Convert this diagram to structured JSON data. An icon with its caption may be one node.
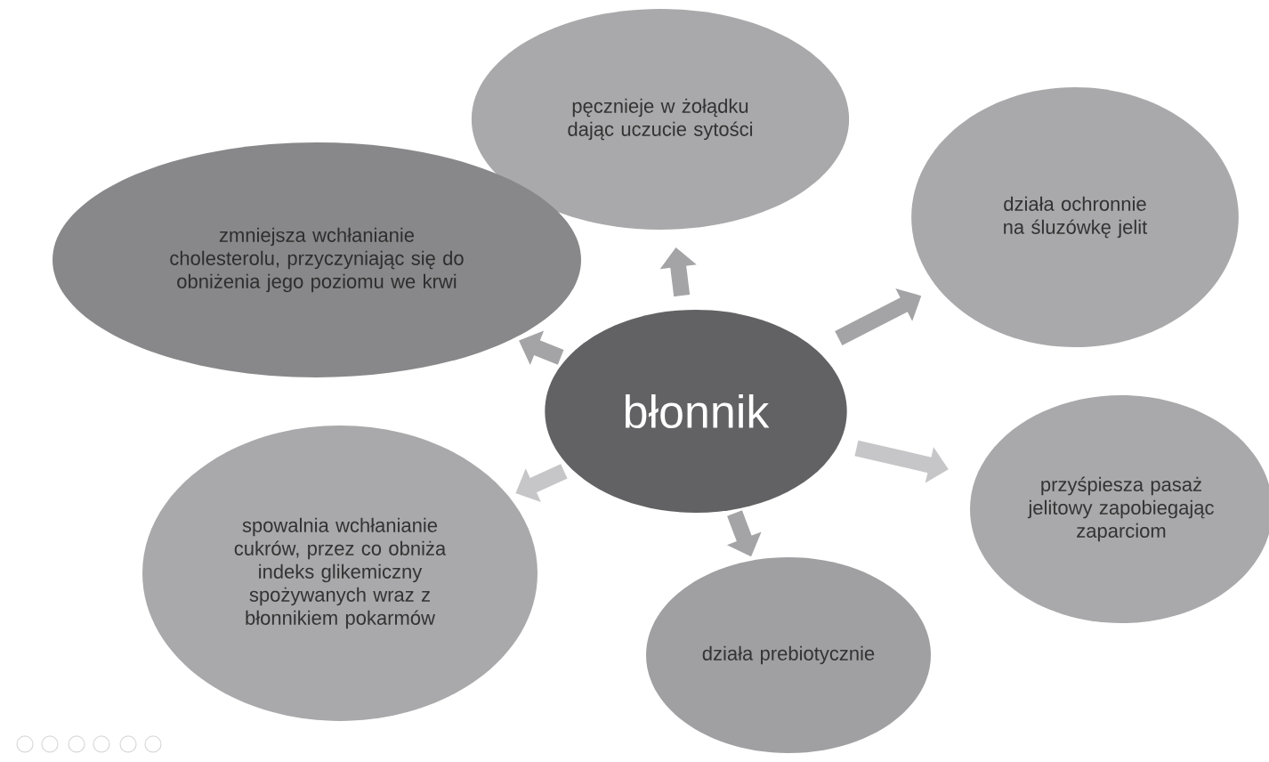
{
  "diagram": {
    "nodes": [
      {
        "text": [
          "pęcznieje w żołądku dając uczucie sytości"
        ]
      },
      {
        "text": [
          "działa ochronnie na śluzówkę jelit"
        ]
      },
      {
        "text": [
          "zmniejsza wchłanianie cholesterolu, przyczyniając się do obniżenia jego poziomu we  krwi"
        ]
      },
      {
        "text": [
          "błonnik"
        ]
      },
      {
        "text": [
          "przyśpiesza pasaż jelitowy zapobiegając zaparciom"
        ]
      },
      {
        "text": [
          "spowalnia wchłanianie cukrów, przez co obniża indeks glikemiczny spożywanych wraz z błonnikiem pokarmów"
        ]
      },
      {
        "text": [
          "działa prebiotycznie"
        ]
      }
    ],
    "edges": [
      {
        "from": 3,
        "to": 0,
        "arrow": "to"
      },
      {
        "from": 3,
        "to": 1,
        "arrow": "to"
      },
      {
        "from": 3,
        "to": 2,
        "arrow": "to"
      },
      {
        "from": 3,
        "to": 4,
        "arrow": "to",
        "color": "#c6c6c8"
      },
      {
        "from": 3,
        "to": 5,
        "arrow": "to",
        "color": "#c6c6c8"
      },
      {
        "from": 3,
        "to": 6,
        "arrow": "to"
      }
    ]
  }
}
